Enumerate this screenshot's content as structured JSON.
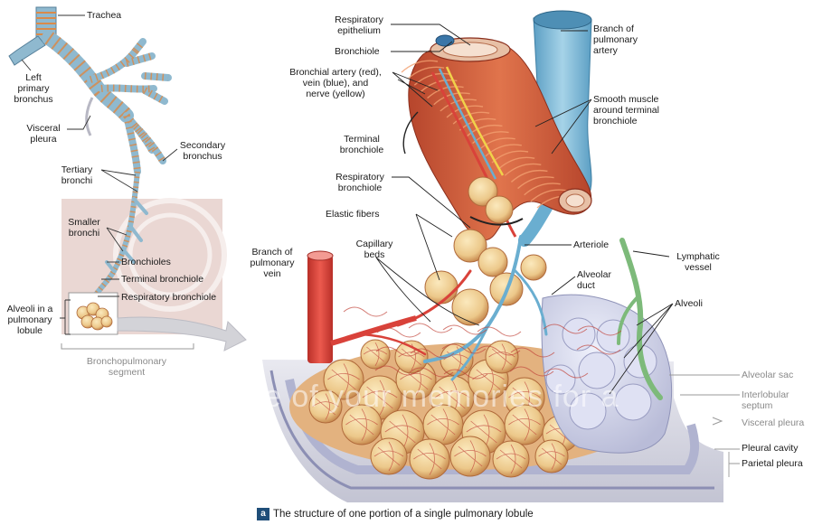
{
  "labels": {
    "trachea": "Trachea",
    "left_primary_bronchus": [
      "Left",
      "primary",
      "bronchus"
    ],
    "visceral_pleura_left": [
      "Visceral",
      "pleura"
    ],
    "secondary_bronchus": [
      "Secondary",
      "bronchus"
    ],
    "tertiary_bronchi": [
      "Tertiary",
      "bronchi"
    ],
    "smaller_bronchi": [
      "Smaller",
      "bronchi"
    ],
    "bronchioles": "Bronchioles",
    "terminal_bronchiole_left": "Terminal bronchiole",
    "respiratory_bronchiole_left": "Respiratory bronchiole",
    "alveoli_in_lobule": [
      "Alveoli in a",
      "pulmonary",
      "lobule"
    ],
    "bronchopulmonary_segment": [
      "Bronchopulmonary",
      "segment"
    ],
    "respiratory_epithelium": [
      "Respiratory",
      "epithelium"
    ],
    "bronchiole": "Bronchiole",
    "bronchial_artery": [
      "Bronchial artery (red),",
      "vein (blue), and",
      "nerve (yellow)"
    ],
    "terminal_bronchiole_right": [
      "Terminal",
      "bronchiole"
    ],
    "respiratory_bronchiole_right": [
      "Respiratory",
      "bronchiole"
    ],
    "elastic_fibers": "Elastic fibers",
    "branch_pulmonary_vein": [
      "Branch of",
      "pulmonary",
      "vein"
    ],
    "capillary_beds": [
      "Capillary",
      "beds"
    ],
    "arteriole": "Arteriole",
    "branch_pulmonary_artery": [
      "Branch of",
      "pulmonary",
      "artery"
    ],
    "smooth_muscle": [
      "Smooth muscle",
      "around terminal",
      "bronchiole"
    ],
    "lymphatic_vessel": [
      "Lymphatic",
      "vessel"
    ],
    "alveolar_duct": [
      "Alveolar",
      "duct"
    ],
    "alveoli": "Alveoli",
    "alveolar_sac": "Alveolar sac",
    "interlobular_septum": [
      "Interlobular",
      "septum"
    ],
    "visceral_pleura_right": "Visceral pleura",
    "pleural_cavity": "Pleural cavity",
    "parietal_pleura": "Parietal pleura"
  },
  "caption": {
    "letter": "a",
    "text": "The structure of one portion of a single pulmonary lobule"
  },
  "watermark": "e of your memories for a",
  "colors": {
    "airway_blue": "#8fb9cf",
    "airway_orange": "#d98a4a",
    "artery_red": "#d9423a",
    "vein_blue": "#6aaed0",
    "alveoli_yellow": "#f0d79a",
    "lymph_green": "#7dba7a",
    "segment_pink": "#ead7d3",
    "pleura_gray": "#c9cad6",
    "caption_badge": "#1f4e79"
  }
}
